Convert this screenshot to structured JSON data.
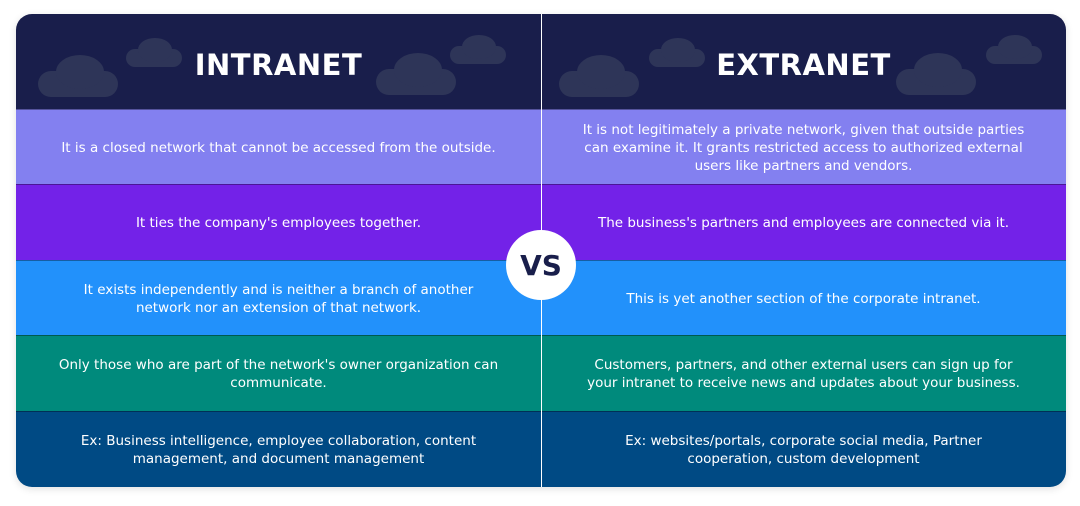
{
  "header": {
    "left_title": "INTRANET",
    "right_title": "EXTRANET",
    "vs_label": "VS"
  },
  "colors": {
    "header": "#191e4b",
    "rows": [
      "#8380f0",
      "#7322e8",
      "#2291fb",
      "#008a7c",
      "#004a84"
    ]
  },
  "rows": [
    {
      "intranet": "It is a closed network that cannot be accessed from the outside.",
      "extranet": "It is not legitimately a private network, given that outside parties can examine it. It grants restricted access to authorized external users like partners and vendors."
    },
    {
      "intranet": "It ties the company's employees together.",
      "extranet": "The business's partners and employees are connected via it."
    },
    {
      "intranet": "It exists independently and is neither a branch of another network nor an extension of that network.",
      "extranet": "This is yet another section of the corporate intranet."
    },
    {
      "intranet": "Only those who are part of the network's owner organization can communicate.",
      "extranet": "Customers, partners, and other external users can sign up for your intranet to receive news and updates about your business."
    },
    {
      "intranet": "Ex: Business intelligence, employee collaboration, content management, and document management",
      "extranet": "Ex: websites/portals, corporate social media, Partner cooperation, custom development"
    }
  ]
}
